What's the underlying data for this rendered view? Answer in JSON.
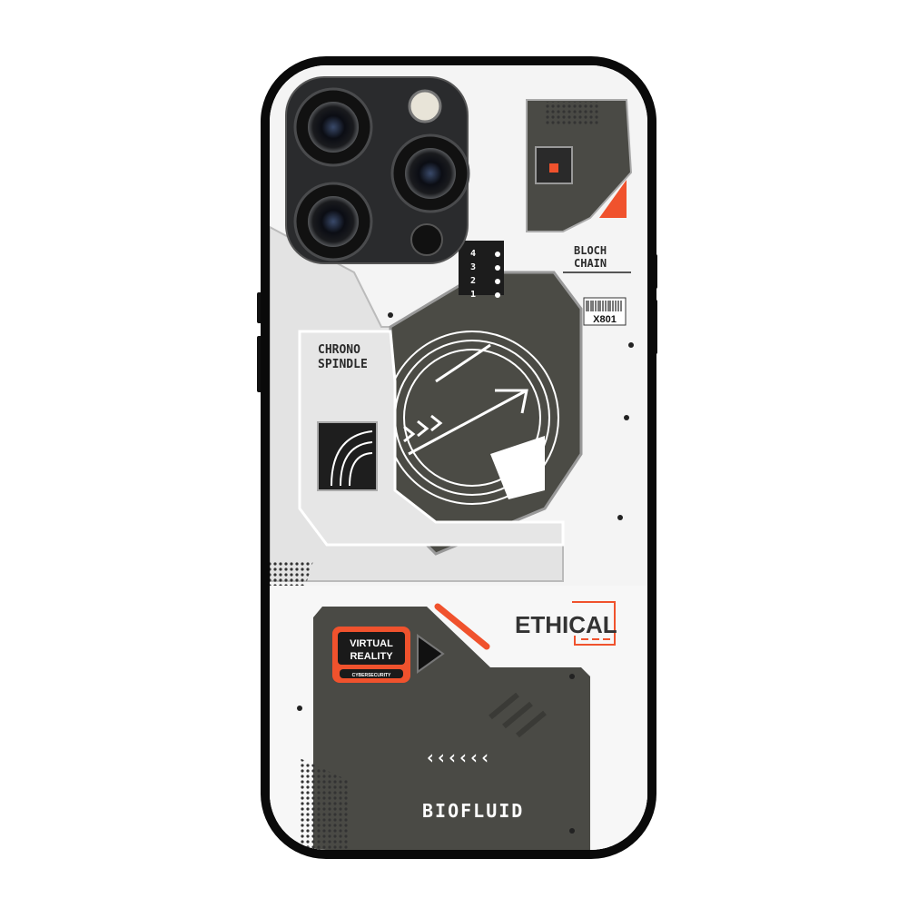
{
  "product": {
    "labels": {
      "chrono": [
        "CHRONO",
        "SPINDLE"
      ],
      "blockchain": [
        "BLOCH",
        "CHAIN"
      ],
      "barcode_code": "X801",
      "ethical": "ETHICAL",
      "vr_badge": [
        "VIRTUAL",
        "REALITY"
      ],
      "vr_sub": "CYBERSECURITY",
      "biofluid": "BIOFLUID",
      "counter": [
        "4",
        "3",
        "2",
        "1"
      ]
    },
    "colors": {
      "frame": "#0a0a0a",
      "panel_light": "#e4e4e4",
      "panel_dark": "#4a4a44",
      "accent": "#f0522d",
      "camera": "#2a2b2d"
    }
  }
}
